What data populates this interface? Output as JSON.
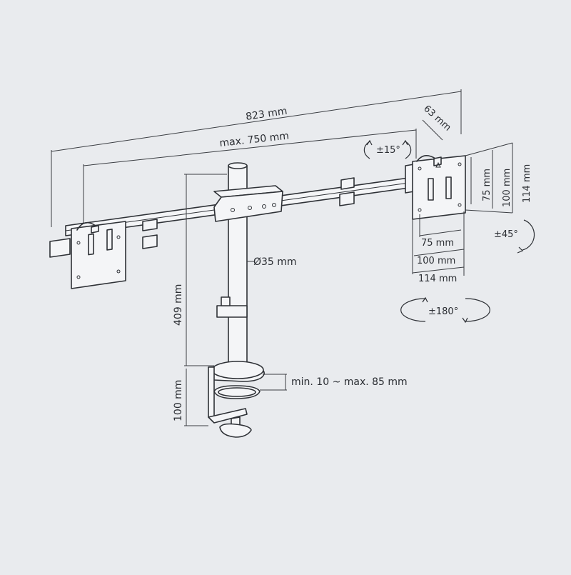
{
  "dimensions": {
    "total_width": "823 mm",
    "max_arm_span": "max. 750 mm",
    "mount_depth": "63 mm",
    "pole_diameter": "Ø35 mm",
    "pole_height": "409 mm",
    "clamp_height": "100 mm",
    "desk_thickness": "min. 10 ~ max. 85 mm",
    "vesa_h_75": "75 mm",
    "vesa_h_100": "100 mm",
    "vesa_h_114": "114 mm",
    "vesa_v_75": "75 mm",
    "vesa_v_100": "100 mm",
    "vesa_v_114": "114 mm"
  },
  "rotations": {
    "tilt": "±15°",
    "swivel": "±45°",
    "rotate": "±180°"
  }
}
